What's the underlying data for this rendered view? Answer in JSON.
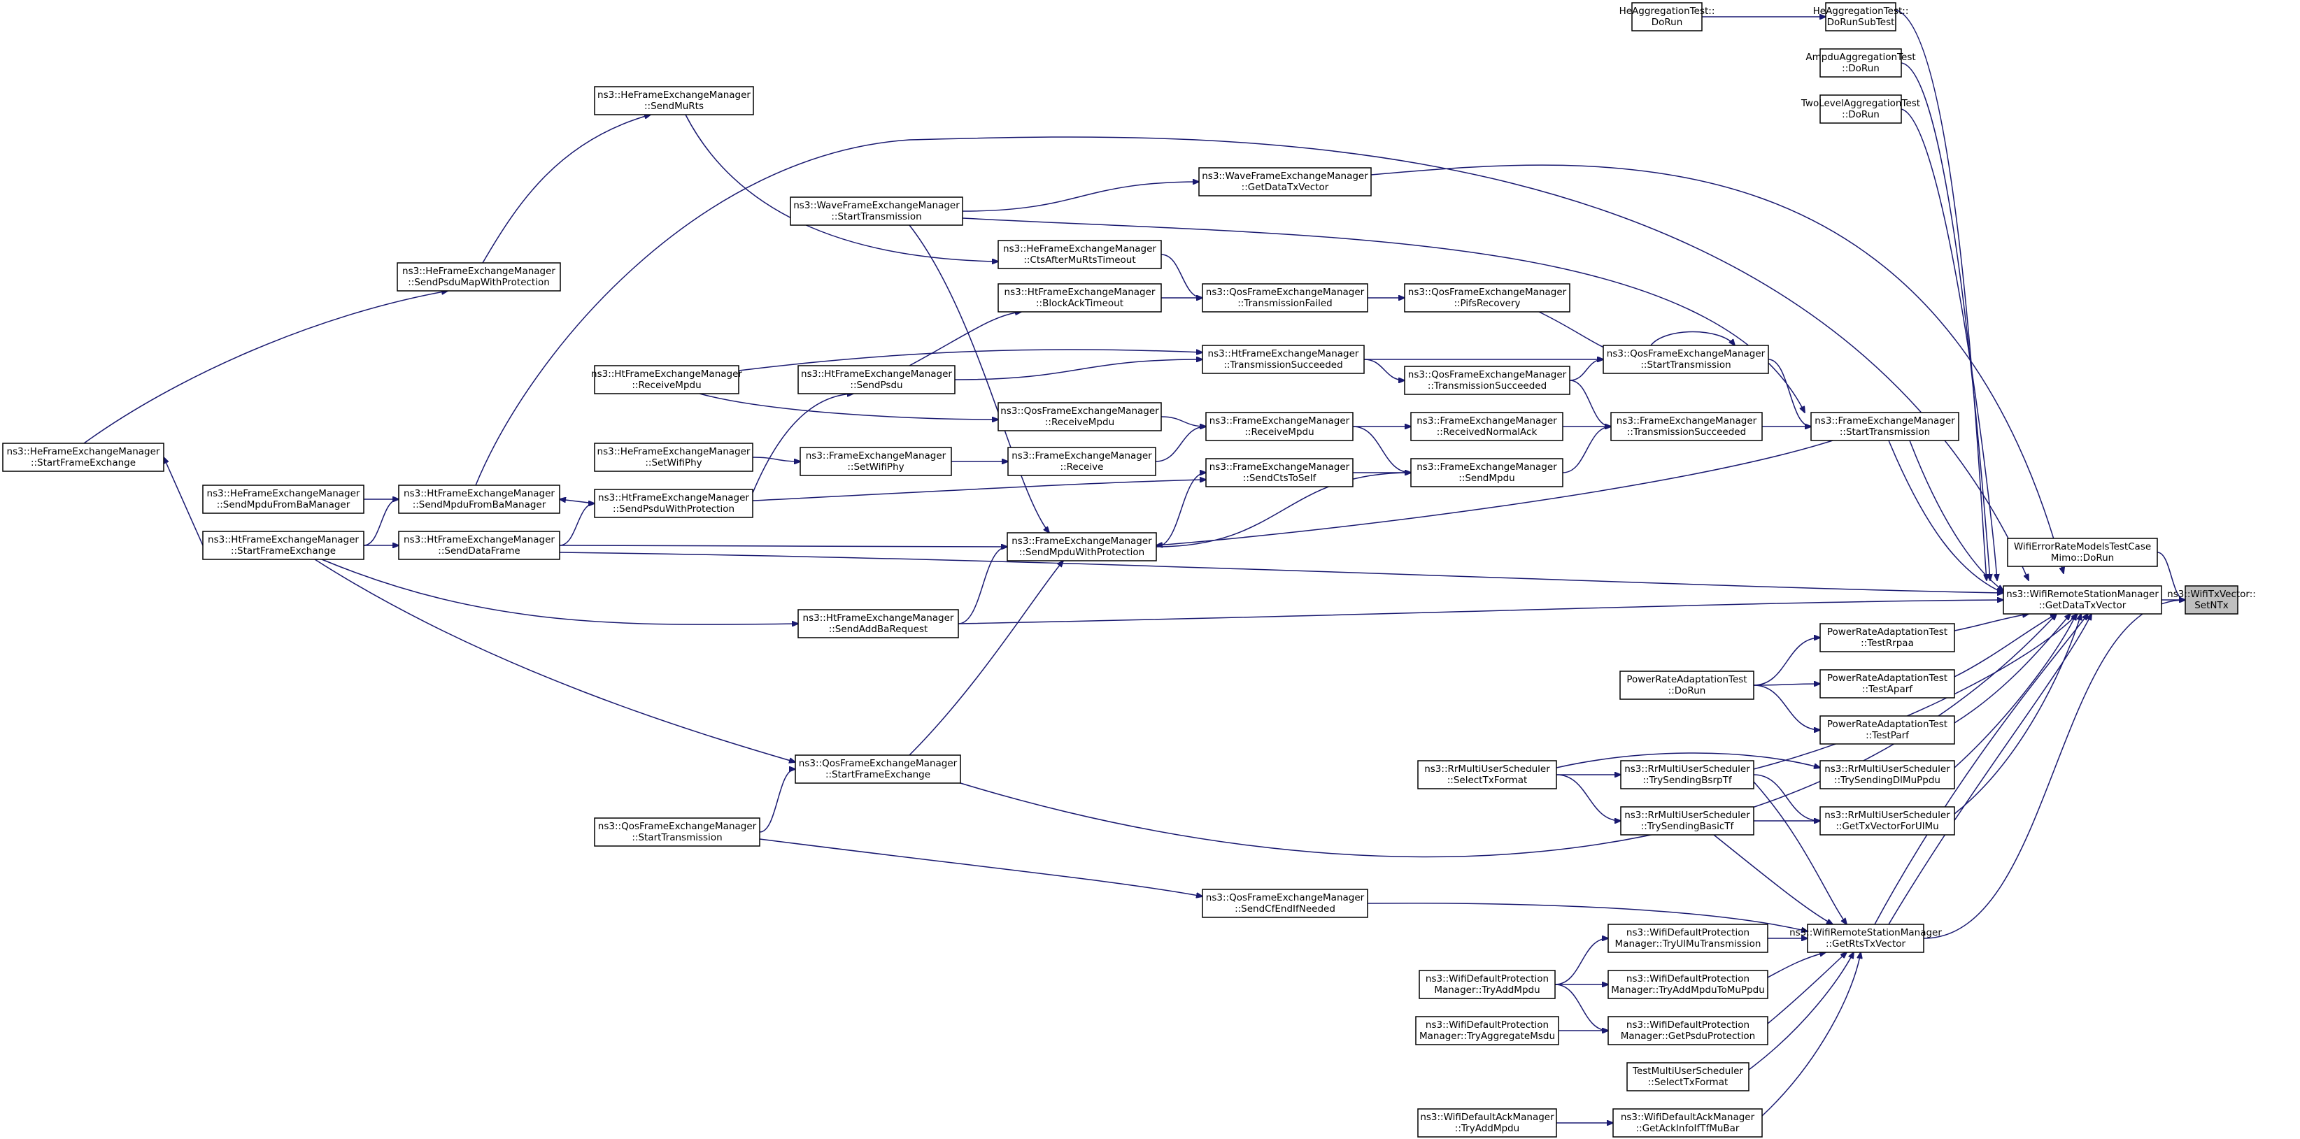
{
  "colors": {
    "edge": "#191970",
    "node_border": "#000000",
    "root_fill": "#bfbfbf",
    "node_fill": "#ffffff"
  },
  "nodes": [
    {
      "id": "root",
      "l1": "ns3::WifiTxVector::",
      "l2": "SetNTx",
      "root": true
    },
    {
      "id": "gdtv",
      "l1": "ns3::WifiRemoteStationManager",
      "l2": "::GetDataTxVector"
    },
    {
      "id": "werm",
      "l1": "WifiErrorRateModelsTestCase",
      "l2": "Mimo::DoRun"
    },
    {
      "id": "grts",
      "l1": "ns3::WifiRemoteStationManager",
      "l2": "::GetRtsTxVector"
    },
    {
      "id": "heagRun",
      "l1": "HeAggregationTest::",
      "l2": "DoRun"
    },
    {
      "id": "heagSub",
      "l1": "HeAggregationTest::",
      "l2": "DoRunSubTest"
    },
    {
      "id": "ampdu",
      "l1": "AmpduAggregationTest",
      "l2": "::DoRun"
    },
    {
      "id": "twolvl",
      "l1": "TwoLevelAggregationTest",
      "l2": "::DoRun"
    },
    {
      "id": "heSendMuRts",
      "l1": "ns3::HeFrameExchangeManager",
      "l2": "::SendMuRts"
    },
    {
      "id": "waveGet",
      "l1": "ns3::WaveFrameExchangeManager",
      "l2": "::GetDataTxVector"
    },
    {
      "id": "waveStart",
      "l1": "ns3::WaveFrameExchangeManager",
      "l2": "::StartTransmission"
    },
    {
      "id": "heCts",
      "l1": "ns3::HeFrameExchangeManager",
      "l2": "::CtsAfterMuRtsTimeout"
    },
    {
      "id": "heSendPsduMap",
      "l1": "ns3::HeFrameExchangeManager",
      "l2": "::SendPsduMapWithProtection"
    },
    {
      "id": "htBlockAck",
      "l1": "ns3::HtFrameExchangeManager",
      "l2": "::BlockAckTimeout"
    },
    {
      "id": "qosTxFailed",
      "l1": "ns3::QosFrameExchangeManager",
      "l2": "::TransmissionFailed"
    },
    {
      "id": "qosPifs",
      "l1": "ns3::QosFrameExchangeManager",
      "l2": "::PifsRecovery"
    },
    {
      "id": "htRecvMpdu",
      "l1": "ns3::HtFrameExchangeManager",
      "l2": "::ReceiveMpdu"
    },
    {
      "id": "htSendPsdu",
      "l1": "ns3::HtFrameExchangeManager",
      "l2": "::SendPsdu"
    },
    {
      "id": "htTxSucc",
      "l1": "ns3::HtFrameExchangeManager",
      "l2": "::TransmissionSucceeded"
    },
    {
      "id": "qosStartTx",
      "l1": "ns3::QosFrameExchangeManager",
      "l2": "::StartTransmission"
    },
    {
      "id": "qosTxSucc",
      "l1": "ns3::QosFrameExchangeManager",
      "l2": "::TransmissionSucceeded"
    },
    {
      "id": "heStartFE",
      "l1": "ns3::HeFrameExchangeManager",
      "l2": "::StartFrameExchange"
    },
    {
      "id": "qosRecvMpdu",
      "l1": "ns3::QosFrameExchangeManager",
      "l2": "::ReceiveMpdu"
    },
    {
      "id": "feRecvMpdu",
      "l1": "ns3::FrameExchangeManager",
      "l2": "::ReceiveMpdu"
    },
    {
      "id": "feRecvNormalAck",
      "l1": "ns3::FrameExchangeManager",
      "l2": "::ReceivedNormalAck"
    },
    {
      "id": "feTxSucc",
      "l1": "ns3::FrameExchangeManager",
      "l2": "::TransmissionSucceeded"
    },
    {
      "id": "feStartTx",
      "l1": "ns3::FrameExchangeManager",
      "l2": "::StartTransmission"
    },
    {
      "id": "heSetWifiPhy",
      "l1": "ns3::HeFrameExchangeManager",
      "l2": "::SetWifiPhy"
    },
    {
      "id": "feSetWifiPhy",
      "l1": "ns3::FrameExchangeManager",
      "l2": "::SetWifiPhy"
    },
    {
      "id": "feReceive",
      "l1": "ns3::FrameExchangeManager",
      "l2": "::Receive"
    },
    {
      "id": "feSendCts",
      "l1": "ns3::FrameExchangeManager",
      "l2": "::SendCtsToSelf"
    },
    {
      "id": "feSendMpdu",
      "l1": "ns3::FrameExchangeManager",
      "l2": "::SendMpdu"
    },
    {
      "id": "heSendMpduBa",
      "l1": "ns3::HeFrameExchangeManager",
      "l2": "::SendMpduFromBaManager"
    },
    {
      "id": "htSendMpduBa",
      "l1": "ns3::HtFrameExchangeManager",
      "l2": "::SendMpduFromBaManager"
    },
    {
      "id": "htSendPsduProt",
      "l1": "ns3::HtFrameExchangeManager",
      "l2": "::SendPsduWithProtection"
    },
    {
      "id": "htStartFE",
      "l1": "ns3::HtFrameExchangeManager",
      "l2": "::StartFrameExchange"
    },
    {
      "id": "htSendData",
      "l1": "ns3::HtFrameExchangeManager",
      "l2": "::SendDataFrame"
    },
    {
      "id": "feSendMpduProt",
      "l1": "ns3::FrameExchangeManager",
      "l2": "::SendMpduWithProtection"
    },
    {
      "id": "htSendAddBa",
      "l1": "ns3::HtFrameExchangeManager",
      "l2": "::SendAddBaRequest"
    },
    {
      "id": "praRrpaa",
      "l1": "PowerRateAdaptationTest",
      "l2": "::TestRrpaa"
    },
    {
      "id": "praRun",
      "l1": "PowerRateAdaptationTest",
      "l2": "::DoRun"
    },
    {
      "id": "praAparf",
      "l1": "PowerRateAdaptationTest",
      "l2": "::TestAparf"
    },
    {
      "id": "praParf",
      "l1": "PowerRateAdaptationTest",
      "l2": "::TestParf"
    },
    {
      "id": "rrSelect",
      "l1": "ns3::RrMultiUserScheduler",
      "l2": "::SelectTxFormat"
    },
    {
      "id": "rrBsrp",
      "l1": "ns3::RrMultiUserScheduler",
      "l2": "::TrySendingBsrpTf"
    },
    {
      "id": "rrDlMu",
      "l1": "ns3::RrMultiUserScheduler",
      "l2": "::TrySendingDlMuPpdu"
    },
    {
      "id": "qosStartFE",
      "l1": "ns3::QosFrameExchangeManager",
      "l2": "::StartFrameExchange"
    },
    {
      "id": "rrBasic",
      "l1": "ns3::RrMultiUserScheduler",
      "l2": "::TrySendingBasicTf"
    },
    {
      "id": "rrGetTxUl",
      "l1": "ns3::RrMultiUserScheduler",
      "l2": "::GetTxVectorForUlMu"
    },
    {
      "id": "qosStartTx2",
      "l1": "ns3::QosFrameExchangeManager",
      "l2": "::StartTransmission"
    },
    {
      "id": "qosSendCfEnd",
      "l1": "ns3::QosFrameExchangeManager",
      "l2": "::SendCfEndIfNeeded"
    },
    {
      "id": "wdpTryUl",
      "l1": "ns3::WifiDefaultProtection",
      "l2": "Manager::TryUlMuTransmission"
    },
    {
      "id": "wdpTryAdd",
      "l1": "ns3::WifiDefaultProtection",
      "l2": "Manager::TryAddMpdu"
    },
    {
      "id": "wdpTryAddMu",
      "l1": "ns3::WifiDefaultProtection",
      "l2": "Manager::TryAddMpduToMuPpdu"
    },
    {
      "id": "wdpTryAgg",
      "l1": "ns3::WifiDefaultProtection",
      "l2": "Manager::TryAggregateMsdu"
    },
    {
      "id": "wdpGetPsdu",
      "l1": "ns3::WifiDefaultProtection",
      "l2": "Manager::GetPsduProtection"
    },
    {
      "id": "tmuSelect",
      "l1": "TestMultiUserScheduler",
      "l2": "::SelectTxFormat"
    },
    {
      "id": "wdaTryAdd",
      "l1": "ns3::WifiDefaultAckManager",
      "l2": "::TryAddMpdu"
    },
    {
      "id": "wdaGetAck",
      "l1": "ns3::WifiDefaultAckManager",
      "l2": "::GetAckInfoIfTfMuBar"
    }
  ]
}
